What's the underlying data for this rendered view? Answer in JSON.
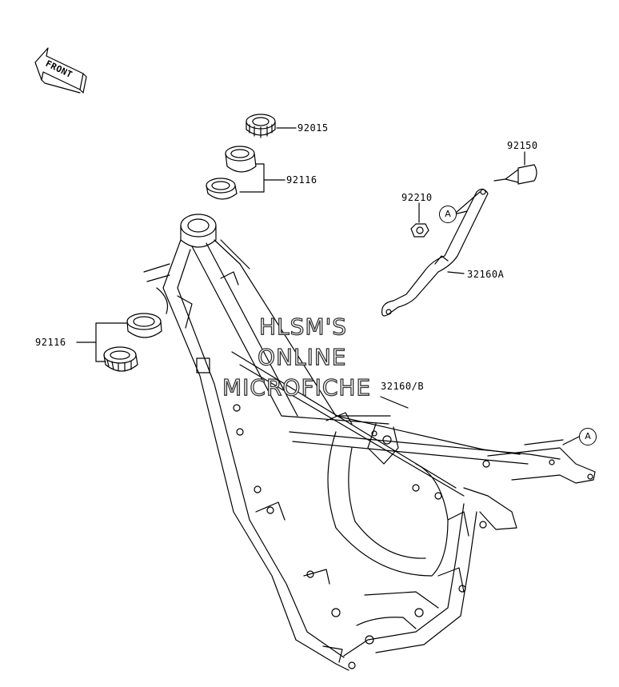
{
  "orientation": {
    "front_label": "FRONT"
  },
  "parts": {
    "nut_top": "92015",
    "bearing_upper": "92116",
    "bearing_lower": "92116",
    "bolt": "92150",
    "nut_small": "92210",
    "bracket_a": "32160A",
    "frame": "32160/B"
  },
  "callouts": {
    "ref_a_upper": "A",
    "ref_a_lower": "A"
  },
  "watermark": {
    "line1": "HLSM'S",
    "line2": "ONLINE",
    "line3": "MICROFICHE"
  },
  "colors": {
    "ink": "#000000",
    "background": "#ffffff",
    "watermark_outline": "#333333"
  }
}
